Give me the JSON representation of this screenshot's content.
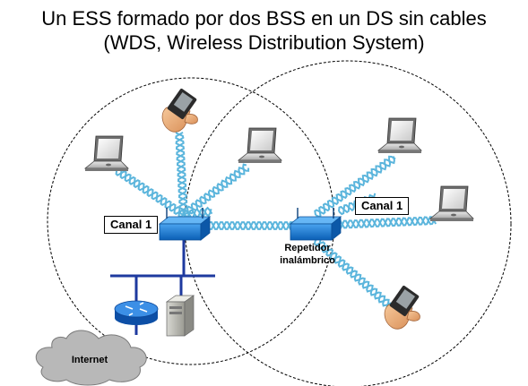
{
  "title": {
    "line1": "Un ESS formado por dos BSS en un DS sin cables",
    "line2": "(WDS, Wireless Distribution System)"
  },
  "labels": {
    "channel_left": "Canal 1",
    "channel_right": "Canal 1",
    "repeater_line1": "Repetidor",
    "repeater_line2": "inalámbrico",
    "internet": "Internet"
  },
  "colors": {
    "signal_wave": "#5bb5dc",
    "access_point": "#1f7fd6",
    "router": "#1f6fd0",
    "ethernet": "#1e3a9f",
    "bss_boundary": "#000000"
  },
  "icons": [
    "laptop-icon",
    "pda-icon",
    "access-point-icon",
    "repeater-icon",
    "router-icon",
    "server-icon",
    "cloud-icon"
  ]
}
